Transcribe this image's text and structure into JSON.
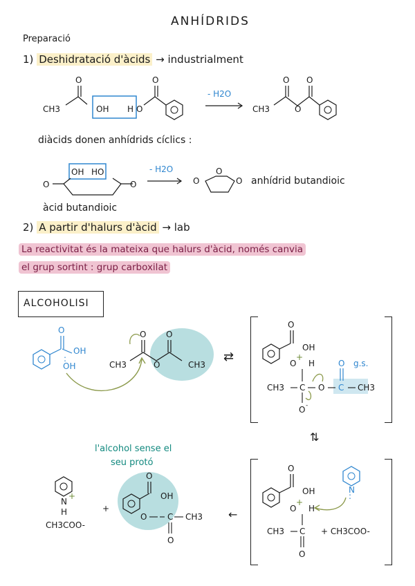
{
  "title": "ANHÍDRIDS",
  "section": "Preparació",
  "step1": {
    "num": "1)",
    "label": "Deshidratació d'àcids",
    "arrow": "→",
    "rest": "industrialment"
  },
  "r1": {
    "ch3": "CH3",
    "oh": "OH",
    "h": "H",
    "o": "O",
    "minus_h2o": "- H2O"
  },
  "diacids_note": "diàcids donen anhídrids cíclics :",
  "r2": {
    "oh": "OH",
    "ho": "HO",
    "o": "O",
    "minus_h2o": "- H2O",
    "product": "anhídrid butandioic",
    "reactant": "àcid butandioic"
  },
  "step2": {
    "num": "2)",
    "label": "A partir d'halurs d'àcid",
    "arrow": "→",
    "rest": "lab"
  },
  "note": {
    "line1": "La reactivitat és la mateixa que halurs d'àcid, només canvia",
    "line2": "el grup sortint : grup carboxilat"
  },
  "alcoholisi": "ALCOHOLISI",
  "mech": {
    "oh": "OH",
    "o": "O",
    "h": "H",
    "ch3": "CH3",
    "c": "C",
    "plus": "+",
    "minus": "-",
    "gs": "g.s.",
    "equil": "⇄",
    "updown": "⇅",
    "left_arrow": "←",
    "n": "N",
    "ch3coo": "CH3COO-",
    "plus_ch3coo": "+ CH3COO-",
    "dots": ":"
  },
  "alcohol_note": {
    "line1": "l'alcohol sense el",
    "line2": "seu protó"
  },
  "colors": {
    "blue": "#2f86cf",
    "teal_blob": "#b8dee0",
    "yellow": "#fbf0c9",
    "pink": "#f0c4d2",
    "green": "#8c9a4c"
  }
}
